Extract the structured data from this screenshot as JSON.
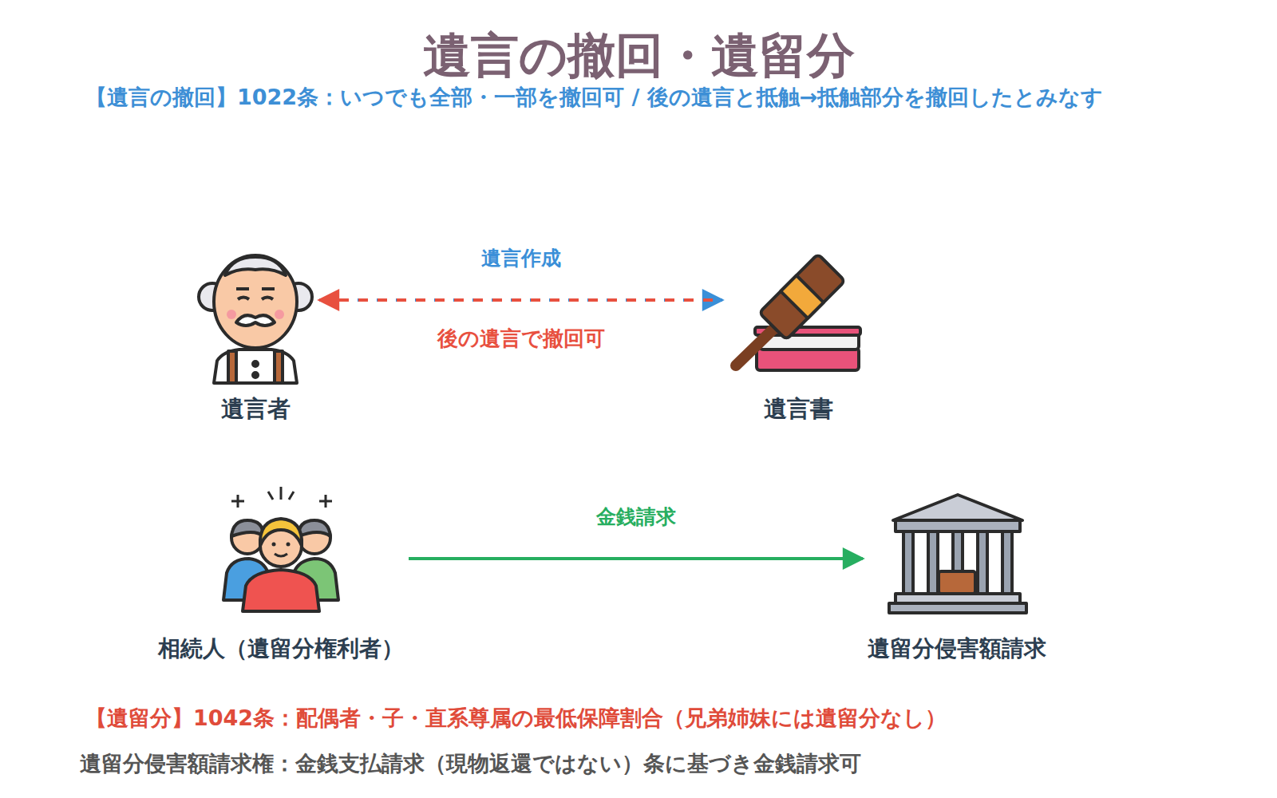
{
  "diagram": {
    "title": "遺言の撤回・遺留分",
    "nodes": [
      {
        "text": [
          "遺言者"
        ]
      },
      {
        "text": [
          "遺言書"
        ]
      },
      {
        "text": [
          "相続人（遺留分権利者）"
        ]
      },
      {
        "text": [
          "遺留分侵害額請求"
        ]
      }
    ],
    "edges": [
      {
        "from": 0,
        "to": 1,
        "label": "遺言作成",
        "arrow": "to"
      },
      {
        "from": 1,
        "to": 0,
        "label": "後の遺言で撤回可",
        "arrow": "to"
      },
      {
        "from": 2,
        "to": 3,
        "label": "金銭請求",
        "arrow": "to"
      }
    ],
    "labels": [
      "【遺言の撤回】1022条：いつでも全部・一部を撤回可 / 後の遺言と抵触→抵触部分を撤回したとみなす",
      "【遺留分】1042条：配偶者・子・直系尊属の最低保障割合（兄弟姉妹には遺留分なし）",
      "遺留分侵害額請求権：金銭支払請求（現物返還ではない）条に基づき金銭請求可"
    ]
  }
}
